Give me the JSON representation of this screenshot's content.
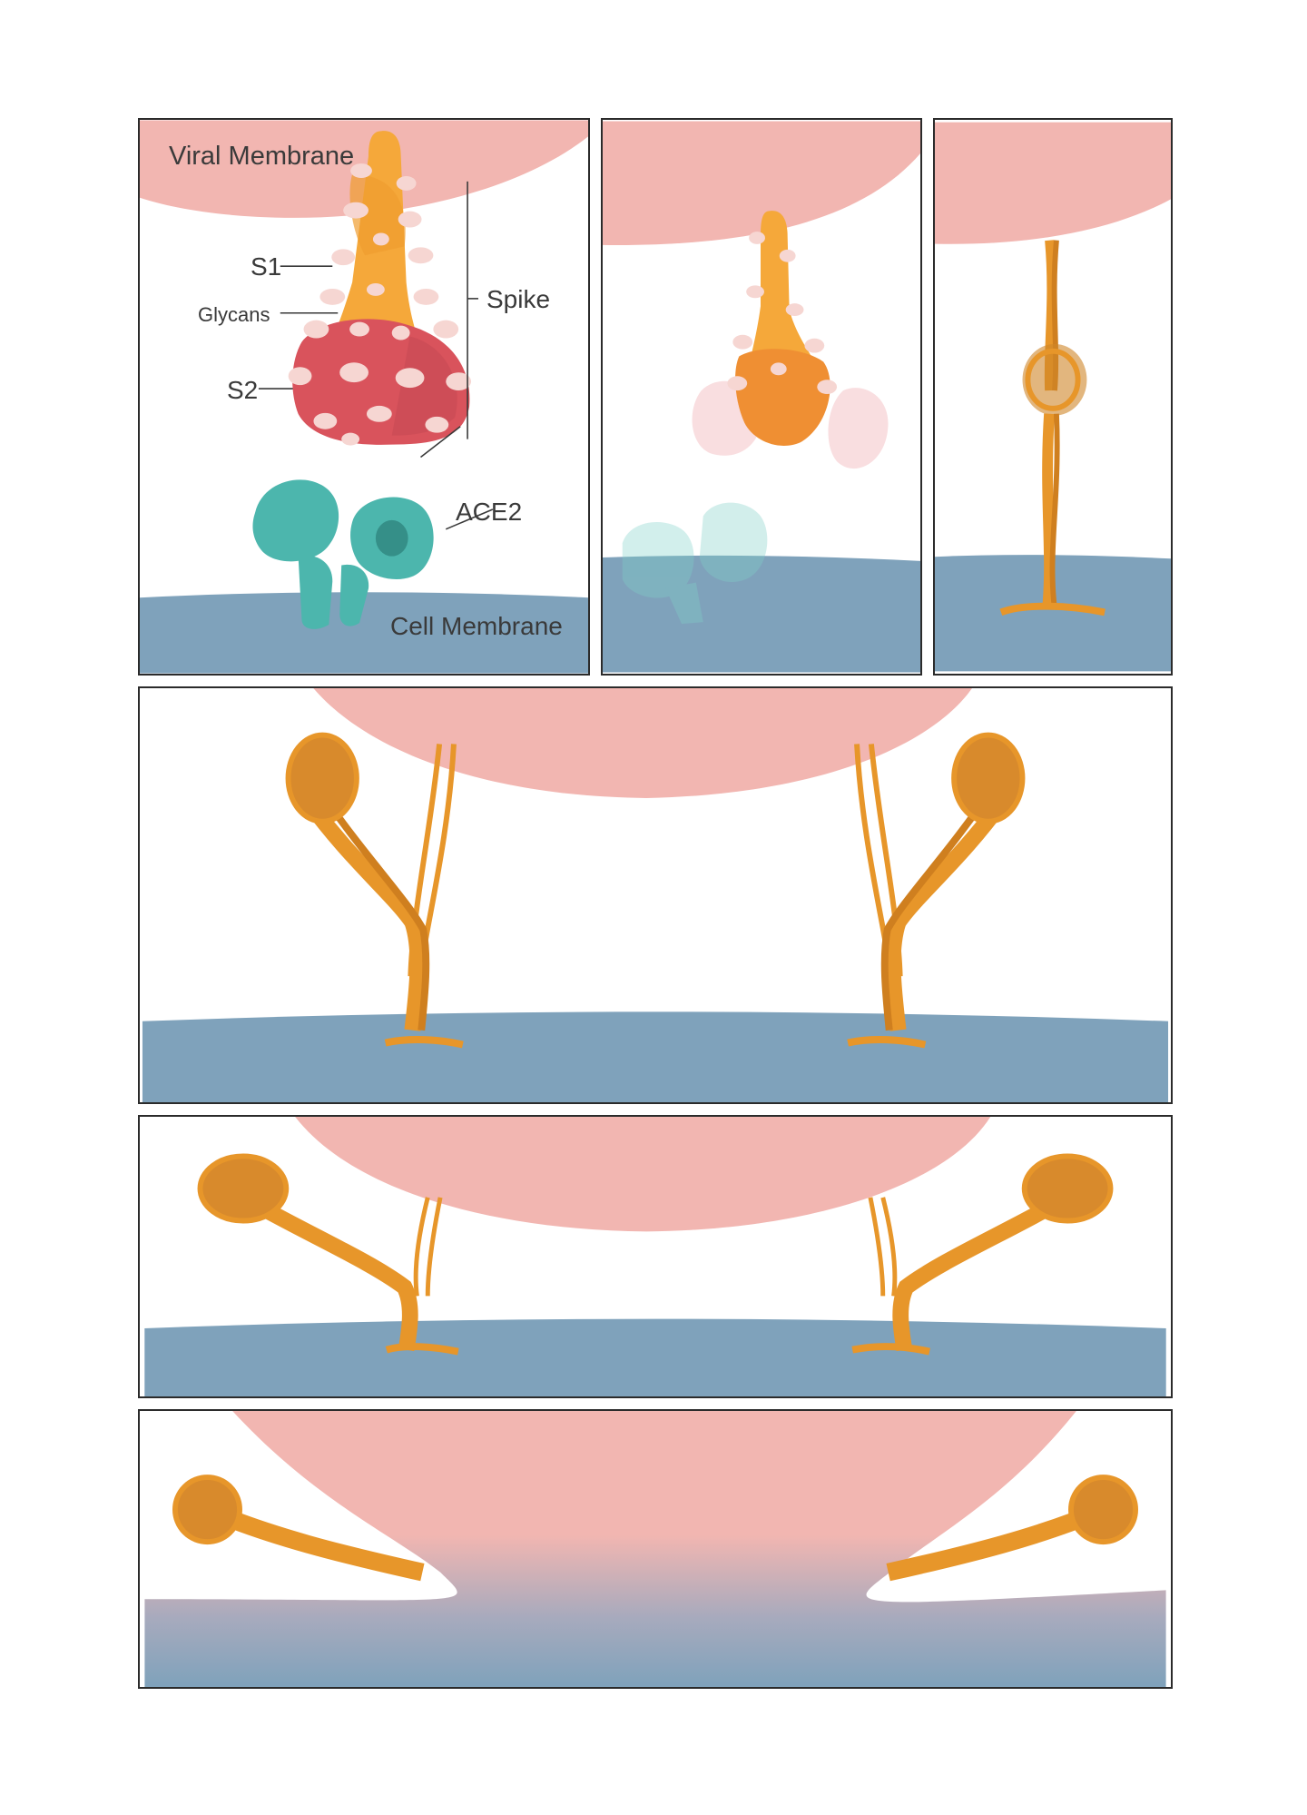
{
  "figure": {
    "panel1": {
      "viral_membrane": "Viral Membrane",
      "s1": "S1",
      "glycans": "Glycans",
      "s2": "S2",
      "spike": "Spike",
      "ace2": "ACE2",
      "cell_membrane": "Cell Membrane"
    }
  },
  "colors": {
    "viral_membrane": "#f2b6b1",
    "cell_membrane": "#7fa2bb",
    "spike_s1": "#f5a83a",
    "spike_s2": "#d9535c",
    "glycans": "#f6d6d2",
    "ace2": "#4cb6ad",
    "helix": "#e7962a",
    "border": "#2b2b2b"
  }
}
